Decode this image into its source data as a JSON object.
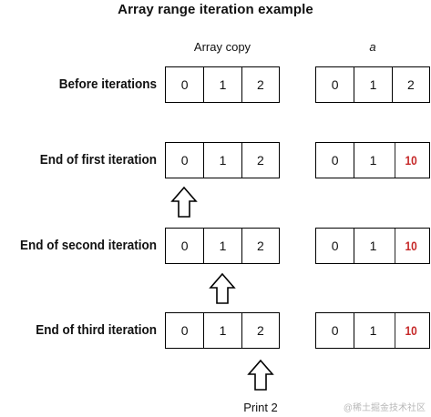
{
  "title": "Array range iteration example",
  "columns": {
    "copy": "Array copy",
    "a": "a"
  },
  "rows": [
    {
      "label": "Before iterations",
      "copy": [
        "0",
        "1",
        "2"
      ],
      "a": [
        "0",
        "1",
        "2"
      ]
    },
    {
      "label": "End of first iteration",
      "copy": [
        "0",
        "1",
        "2"
      ],
      "a": [
        "0",
        "1",
        "10"
      ]
    },
    {
      "label": "End of second iteration",
      "copy": [
        "0",
        "1",
        "2"
      ],
      "a": [
        "0",
        "1",
        "10"
      ]
    },
    {
      "label": "End of third iteration",
      "copy": [
        "0",
        "1",
        "2"
      ],
      "a": [
        "0",
        "1",
        "10"
      ]
    }
  ],
  "highlight_color": "#c62828",
  "caption": "Print 2",
  "watermark": "@稀土掘金技术社区"
}
